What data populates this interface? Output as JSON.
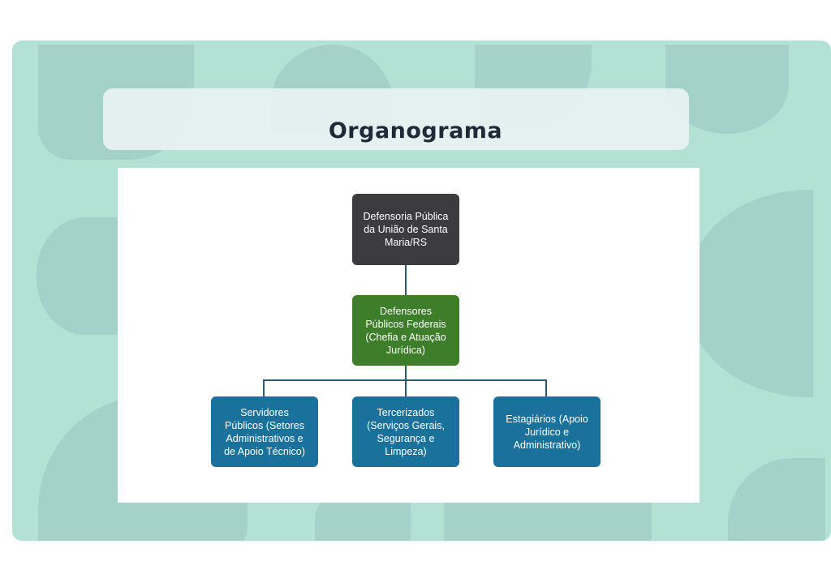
{
  "title": "Organograma",
  "colors": {
    "slide_background": "#b3e1d4",
    "blob": "#a3d2c8",
    "banner": "#e8f2f2",
    "title_text": "#1e2a38",
    "root_node": "#3c3c3e",
    "middle_node": "#3e7e2a",
    "leaf_node": "#1a729c",
    "connector": "#2b5a6e"
  },
  "org_chart": {
    "root": {
      "label": "Defensoria Pública\nda União de Santa\nMaria/RS"
    },
    "middle": {
      "label": "Defensores\nPúblicos Federais\n(Chefia e Atuação\nJurídica)"
    },
    "children": [
      {
        "label": "Servidores\nPúblicos (Setores\nAdministrativos e\nde Apoio Técnico)"
      },
      {
        "label": "Tercerizados\n(Serviços Gerais,\nSegurança e\nLimpeza)"
      },
      {
        "label": "Estagiários (Apoio\nJurídico e\nAdministrativo)"
      }
    ]
  }
}
